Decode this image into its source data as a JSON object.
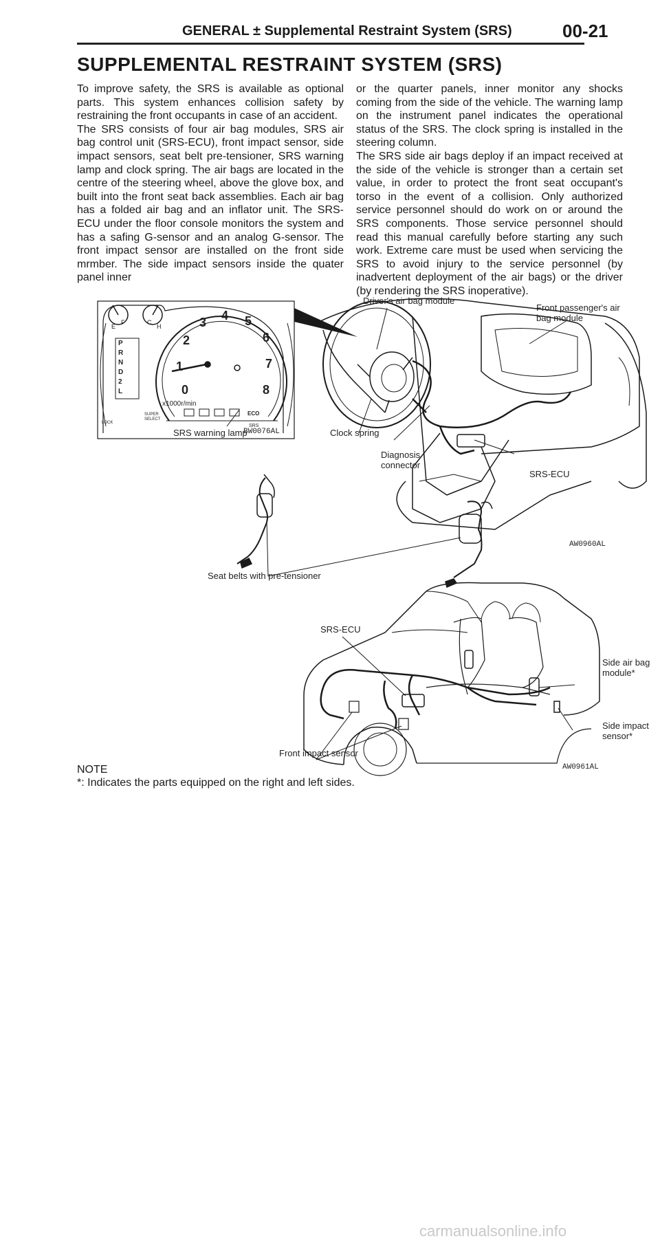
{
  "header": {
    "title": "GENERAL ± Supplemental Restraint System (SRS)",
    "page_number": "00-21"
  },
  "page_title": "SUPPLEMENTAL RESTRAINT SYSTEM (SRS)",
  "body": {
    "left_paragraphs": [
      "To improve safety, the SRS is available as optional parts. This system enhances collision safety by restraining the front occupants in case of an accident.",
      "The SRS consists of four air bag modules, SRS air bag control unit (SRS-ECU), front impact sensor, side impact sensors, seat belt pre-tensioner, SRS warning lamp and clock spring. The air bags are located in the centre of the steering wheel, above the glove box, and built into the front seat back assemblies. Each air bag has a folded air bag and an inflator unit. The SRS-ECU under the floor console monitors the system and has a safing G-sensor and an analog G-sensor. The front impact sensor are installed on the front side mrmber. The side impact sensors inside the quater panel inner"
    ],
    "right_paragraphs": [
      "or the quarter panels, inner monitor any shocks coming from the side of the vehicle. The warning lamp on the instrument panel indicates the operational status of the SRS. The clock spring is installed in the steering column.",
      "The SRS side air bags deploy if an impact received at the side of the vehicle is stronger than a certain set value, in order to protect the front seat occupant's torso in the event of a collision. Only authorized service personnel should do work on or around the SRS components. Those service personnel should read this manual carefully before starting any such work. Extreme care must be used when servicing the SRS to avoid injury to the service personnel (by inadvertent deployment of the air bags) or the driver (by rendering the SRS inoperative)."
    ]
  },
  "figure1": {
    "labels": {
      "drivers_air_bag": "Driver's air bag module",
      "passenger_air_bag": "Front passenger's air bag module",
      "srs_warning_lamp": "SRS warning lamp",
      "clock_spring": "Clock spring",
      "diagnosis_connector": "Diagnosis connector",
      "srs_ecu": "SRS-ECU",
      "seat_belts": "Seat belts with pre-tensioner"
    },
    "codes": {
      "cluster": "BW0076AL",
      "main": "AW0960AL"
    },
    "gauge": {
      "tach_numbers": [
        "0",
        "1",
        "2",
        "3",
        "4",
        "5",
        "6",
        "7",
        "8"
      ],
      "unit": "x1000r/min",
      "gear_letters": [
        "P",
        "R",
        "N",
        "D",
        "2",
        "L"
      ],
      "fuel_marks": [
        "E",
        "F"
      ],
      "temp_marks": [
        "C",
        "H"
      ],
      "eco": "ECO",
      "srs": "SRS",
      "lock": "LOCK",
      "super_select": "SUPER SELECT"
    }
  },
  "figure2": {
    "labels": {
      "srs_ecu": "SRS-ECU",
      "side_air_bag": "Side air bag module*",
      "side_impact_sensor": "Side impact sensor*",
      "front_impact_sensor": "Front impact sensor"
    },
    "code": "AW0961AL"
  },
  "note": {
    "heading": "NOTE",
    "text": "*: Indicates the parts equipped on the right and left sides."
  },
  "watermark": "carmanualsonline.info"
}
